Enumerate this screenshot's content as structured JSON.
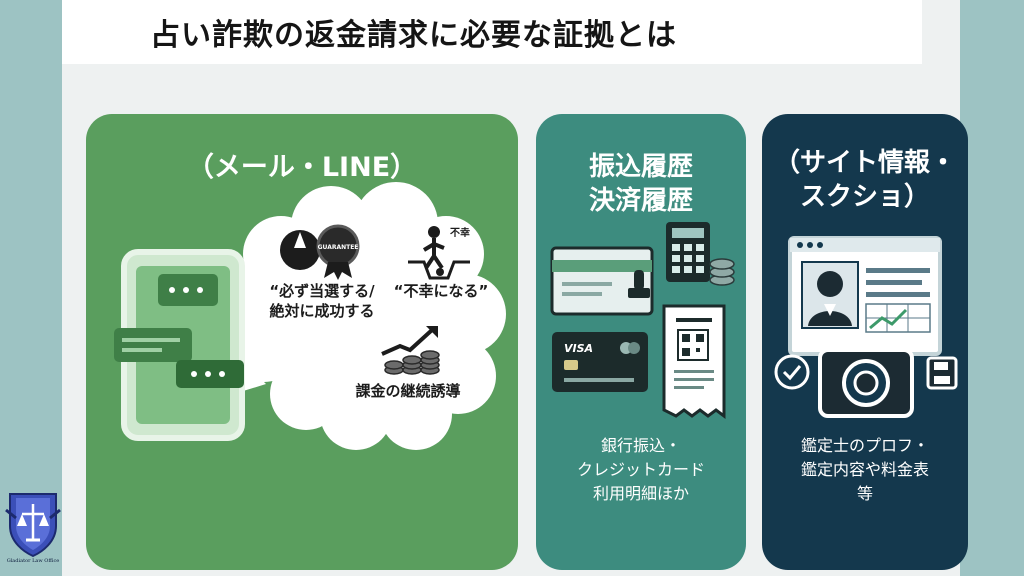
{
  "page": {
    "title": "占い詐欺の返金請求に必要な証拠とは"
  },
  "cards": [
    {
      "heading": "（メール・LINE）",
      "bubbles": [
        {
          "text": "“必ず当選する/\n絶対に成功する",
          "icon": "guarantee-badge-icon"
        },
        {
          "text": "“不幸になる”",
          "icon": "misfortune-figure-icon"
        },
        {
          "text": "課金の継続誘導",
          "icon": "coins-uptrend-icon"
        }
      ],
      "badge_label": "GUARANTEE",
      "misfortune_label": "不幸",
      "illustration": "smartphone-chat-icon"
    },
    {
      "heading": "振込履歴\n決済履歴",
      "caption": "銀行振込・\nクレジットカード\n利用明細ほか",
      "card_brand": "VISA",
      "illustration": "bank-card-receipt-icon"
    },
    {
      "heading": "（サイト情報・\nスクショ）",
      "caption": "鑑定士のプロフ・\n鑑定内容や料金表\n等",
      "illustration": "profile-camera-icon"
    }
  ],
  "logo": {
    "text": "Gladiator Law Office",
    "icon": "shield-scales-icon"
  },
  "colors": {
    "background": "#9dc3c3",
    "canvas": "#eef1f1",
    "card_mail": "#5a9e5e",
    "card_pay": "#3d8c7f",
    "card_site": "#14384d",
    "title_text": "#151515"
  }
}
